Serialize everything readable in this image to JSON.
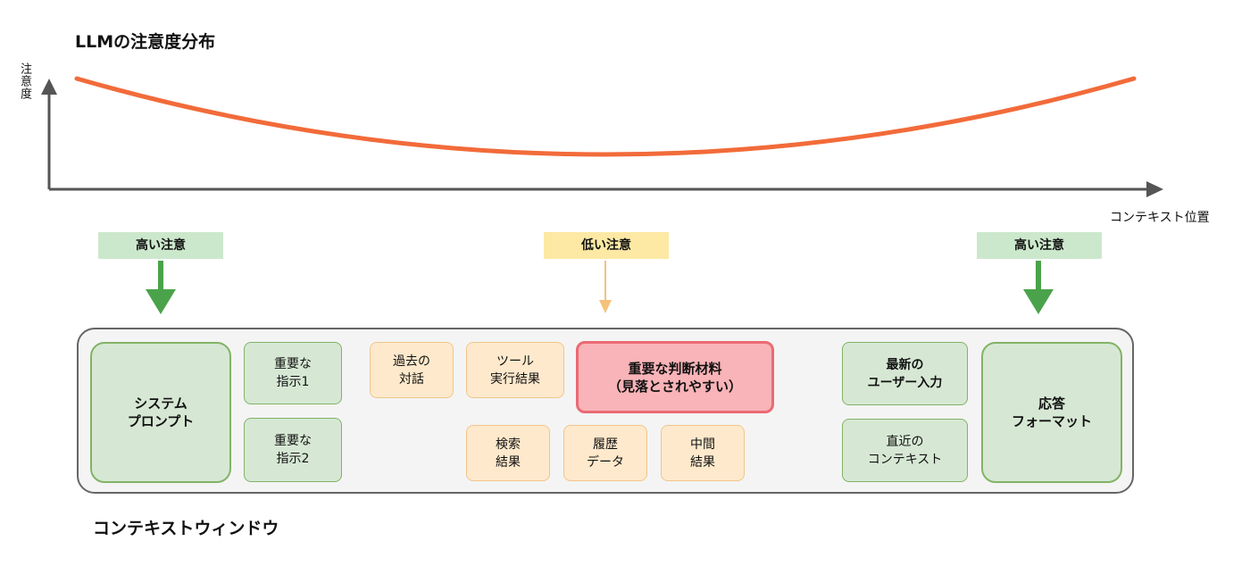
{
  "title": "LLMの注意度分布",
  "chart": {
    "ylabel": "注意度",
    "xlabel": "コンテキスト位置",
    "curve_color": "#f26b3a",
    "axis_color": "#555555"
  },
  "attention_tags": {
    "high_left": "高い注意",
    "low_middle": "低い注意",
    "high_right": "高い注意"
  },
  "arrows": {
    "high_color": "#4aa34a",
    "low_color": "#f5c27a"
  },
  "blocks": {
    "system_prompt": "システム\nプロンプト",
    "important_instruction_1": "重要な\n指示1",
    "important_instruction_2": "重要な\n指示2",
    "past_dialogue": "過去の\n対話",
    "tool_result": "ツール\n実行結果",
    "key_material": "重要な判断材料\n（見落とされやすい）",
    "search_result": "検索\n結果",
    "history_data": "履歴\nデータ",
    "intermediate_result": "中間\n結果",
    "latest_user_input": "最新の\nユーザー入力",
    "recent_context": "直近の\nコンテキスト",
    "response_format": "応答\nフォーマット"
  },
  "window_label": "コンテキストウィンドウ"
}
